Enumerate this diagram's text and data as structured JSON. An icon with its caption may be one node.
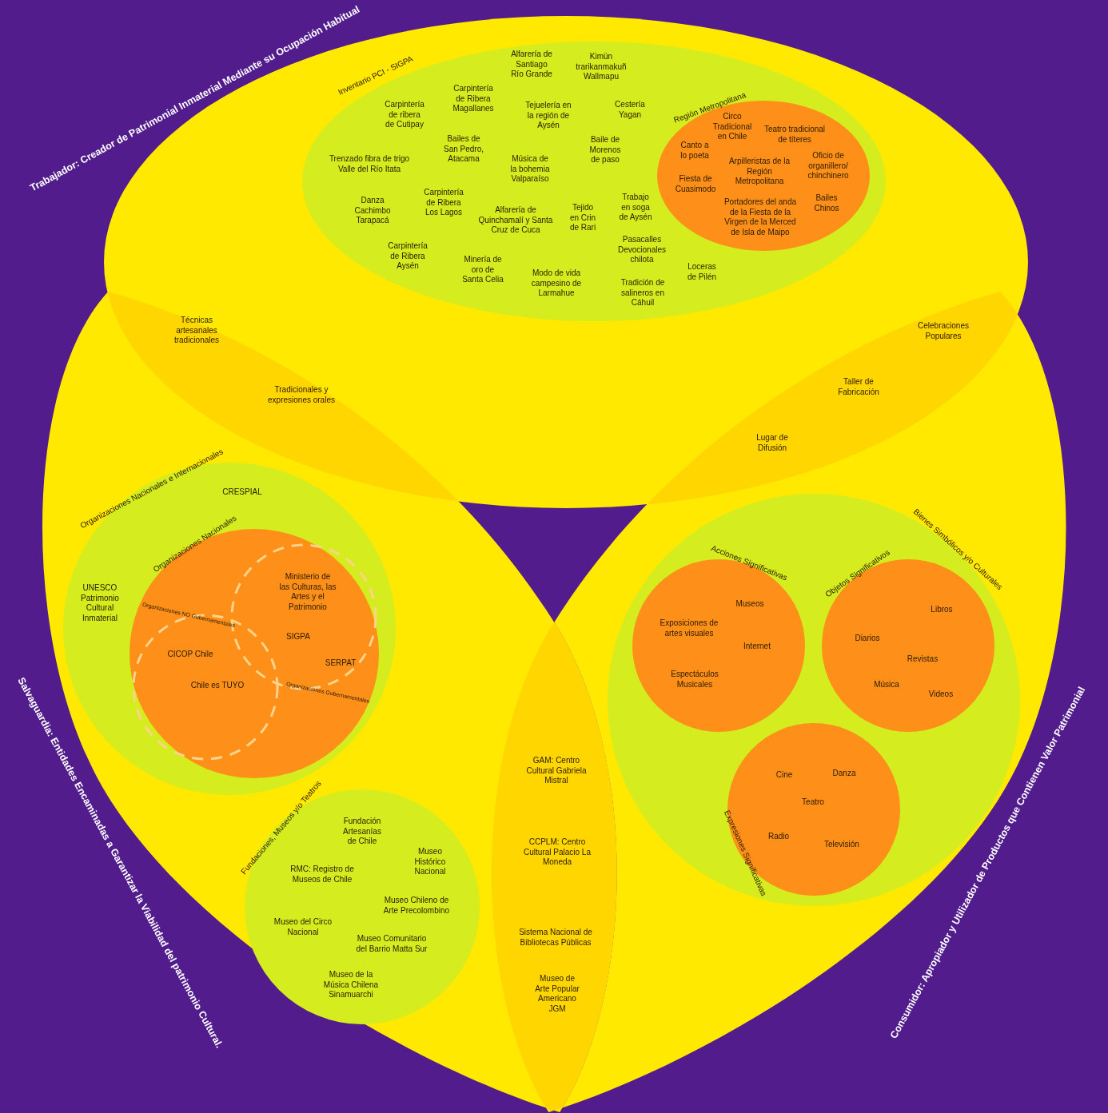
{
  "diagram": {
    "nodes": [
      {
        "text": [
          "Trabajador: Creador de Patrimonial Inmaterial Mediante su Ocupación Habitual"
        ]
      },
      {
        "text": [
          "Salvaguardia: Entidades Encaminadas a Garantizar la Viabilidad del patrimonio Cultural."
        ]
      },
      {
        "text": [
          "Consumidor: Apropiador y Utilizador de Productos que Contienen Valor Patrimonial"
        ]
      },
      {
        "text": [
          "Inventario PCI - SIGPA",
          "Alfarería de Santiago Río Grande",
          "Kimün trarikanmakuñ Wallmapu",
          "Carpintería de Ribera Magallanes",
          "Carpintería de ribera de Cutipay",
          "Tejuelería en la región de Aysén",
          "Cestería Yagan",
          "Bailes de San Pedro, Atacama",
          "Baile de Morenos de paso",
          "Trenzado fibra de trigo Valle del Río Itata",
          "Música de la bohemia Valparaíso",
          "Danza Cachimbo Tarapacá",
          "Carpintería de Ribera Los Lagos",
          "Alfarería de Quinchamalí y Santa Cruz de Cuca",
          "Tejido en Crin de Rari",
          "Trabajo en soga de Aysén",
          "Carpintería de Ribera Aysén",
          "Minería de oro de Santa Celia",
          "Modo de vida campesino de Larmahue",
          "Pasacalles Devocionales chilota",
          "Tradición de salineros en Cáhuil",
          "Loceras de Pilén"
        ],
        "in": 0
      },
      {
        "text": [
          "Región Metropolitana",
          "Circo Tradicional en Chile",
          "Teatro tradicional de títeres",
          "Canto a lo poeta",
          "Arpilleristas de la Región Metropolitana",
          "Oficio de organillero/ chinchinero",
          "Fiesta de Cuasimodo",
          "Bailes Chinos",
          "Portadores del anda de la Fiesta de la Virgen de la Merced de Isla de Maipo"
        ],
        "in": 3
      },
      {
        "text": [
          "Organizaciones Nacionales e Internacionales",
          "CRESPIAL",
          "UNESCO Patrimonio Cultural Inmaterial"
        ],
        "in": 1
      },
      {
        "text": [
          "Organizaciones Nacionales"
        ],
        "in": 5
      },
      {
        "text": [
          "Organizaciones NO Gubernamentales",
          "CICOP Chile",
          "Chile es TUYO"
        ],
        "in": 6
      },
      {
        "text": [
          "Organizaciones Gubernamentales",
          "Ministerio de las Culturas, las Artes y el Patrimonio",
          "SIGPA",
          "SERPAT"
        ],
        "in": 6
      },
      {
        "text": [
          "Fundaciones, Museos y/o Teatros",
          "Fundación Artesanías de Chile",
          "Museo Histórico Nacional",
          "RMC: Registro de Museos de Chile",
          "Museo Chileno de Arte Precolombino",
          "Museo del Circo Nacional",
          "Museo Comunitario del Barrio Matta Sur",
          "Museo de la Música Chilena Sinamuarchi"
        ],
        "in": 1
      },
      {
        "text": [
          "Bienes Simbólicos y/o Culturales"
        ],
        "in": 2
      },
      {
        "text": [
          "Acciones Significativas",
          "Museos",
          "Exposiciones de artes visuales",
          "Internet",
          "Espectáculos Musicales"
        ],
        "in": 10
      },
      {
        "text": [
          "Objetos Significativos",
          "Libros",
          "Diarios",
          "Revistas",
          "Música",
          "Videos"
        ],
        "in": 10
      },
      {
        "text": [
          "Expresiones Significativas",
          "Cine",
          "Danza",
          "Teatro",
          "Radio",
          "Televisión"
        ],
        "in": 10
      }
    ],
    "labels": [
      "Técnicas artesanales tradicionales",
      "Celebraciones Populares",
      "Tradicionales y expresiones orales",
      "Taller de Fabricación",
      "Lugar de Difusión",
      "GAM: Centro Cultural Gabriela Mistral",
      "CCPLM: Centro Cultural Palacio La Moneda",
      "Sistema Nacional de Bibliotecas Públicas",
      "Museo de Arte Popular Americano JGM"
    ]
  }
}
